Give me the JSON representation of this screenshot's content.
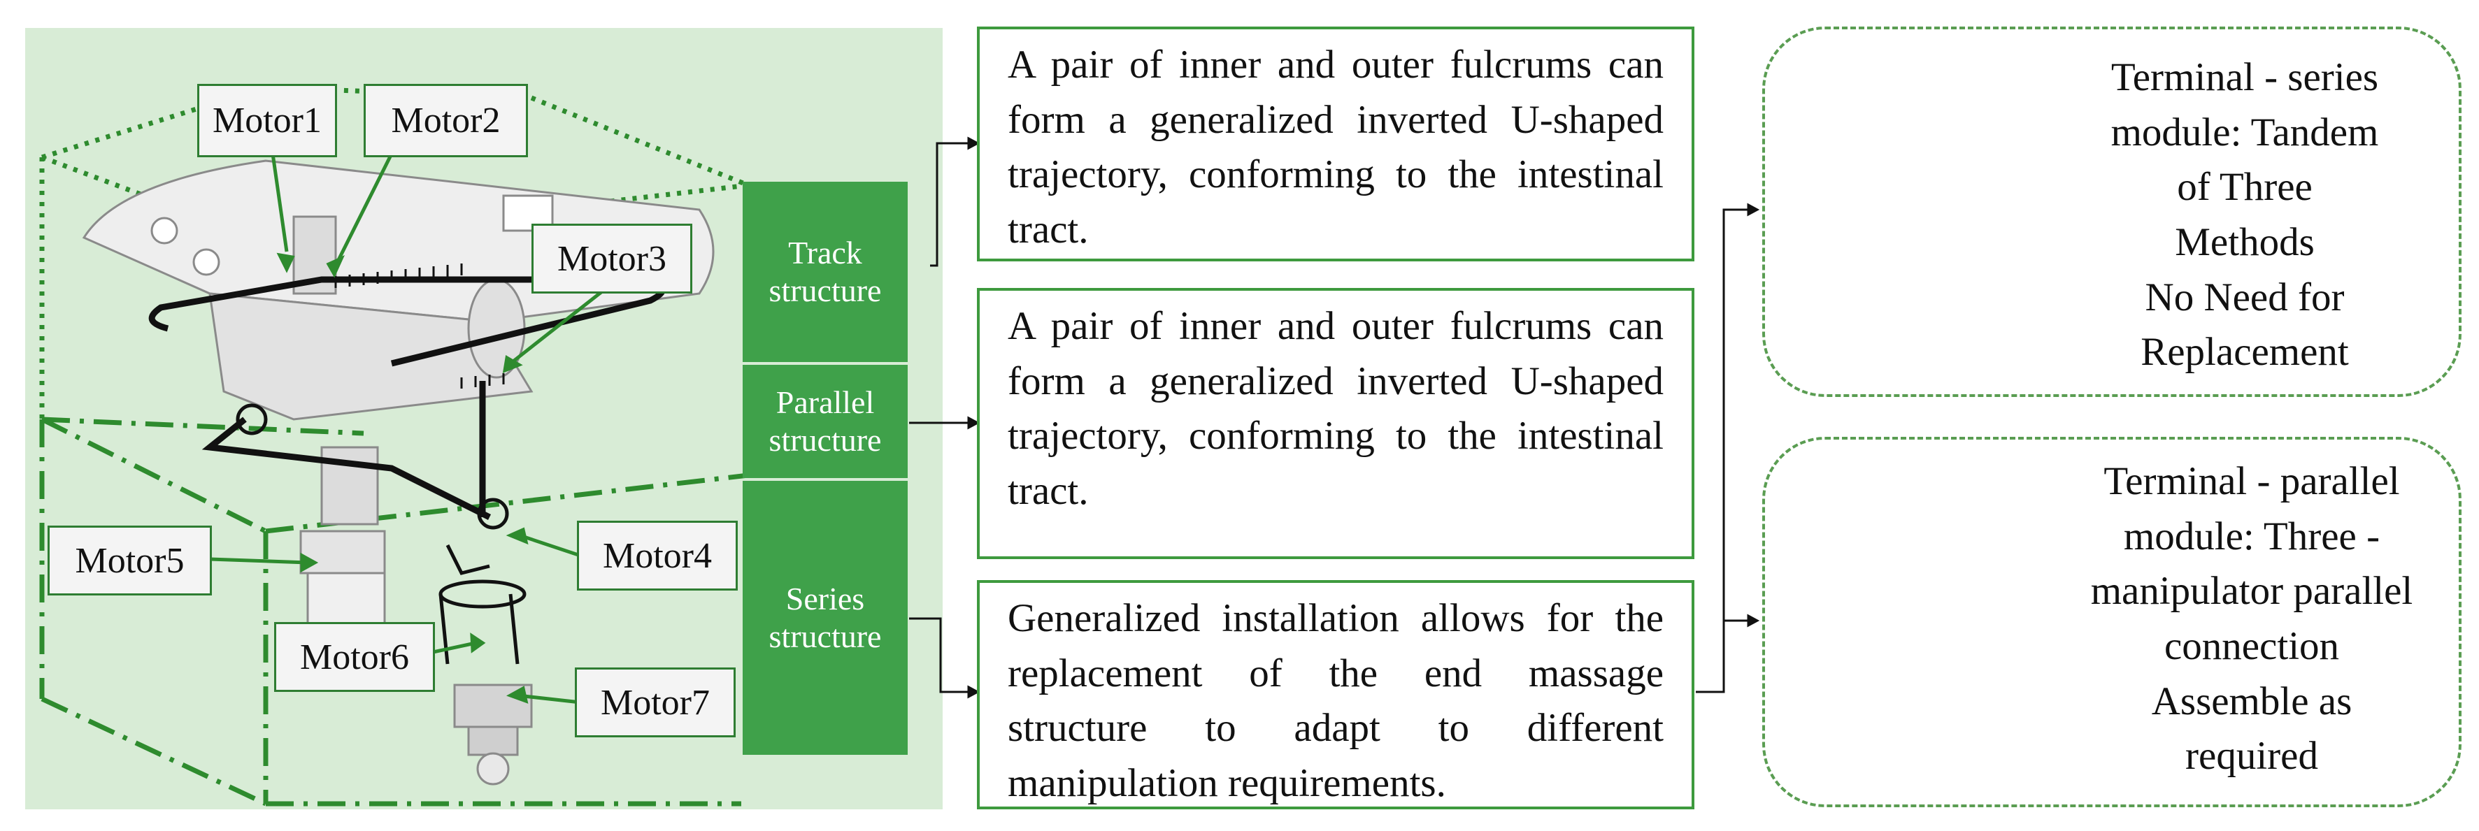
{
  "motors": [
    "Motor1",
    "Motor2",
    "Motor3",
    "Motor4",
    "Motor5",
    "Motor6",
    "Motor7"
  ],
  "structures": {
    "track": [
      "Track",
      "structure"
    ],
    "parallel": [
      "Parallel",
      "structure"
    ],
    "series": [
      "Series",
      "structure"
    ]
  },
  "descriptions": {
    "track": "A pair of inner and outer fulcrums can form a generalized inverted U-shaped trajectory, conforming to the intestinal tract.",
    "parallel": "A pair of inner and outer fulcrums can form a generalized inverted U-shaped trajectory, conforming to the intestinal tract.",
    "series": "Generalized installation allows for the replacement of the end massage structure to adapt to different manipulation requirements."
  },
  "terminals": {
    "series": [
      "Terminal - series",
      "module: Tandem",
      "of Three",
      "Methods",
      "No Need for",
      "Replacement"
    ],
    "parallel": [
      "Terminal - parallel",
      "module: Three -",
      "manipulator parallel",
      "connection",
      "Assemble as",
      "required"
    ]
  },
  "colors": {
    "panel": "#d8ecd6",
    "accent": "#3fa14a",
    "border": "#3e9a3e",
    "pink": "#e98ad6"
  }
}
